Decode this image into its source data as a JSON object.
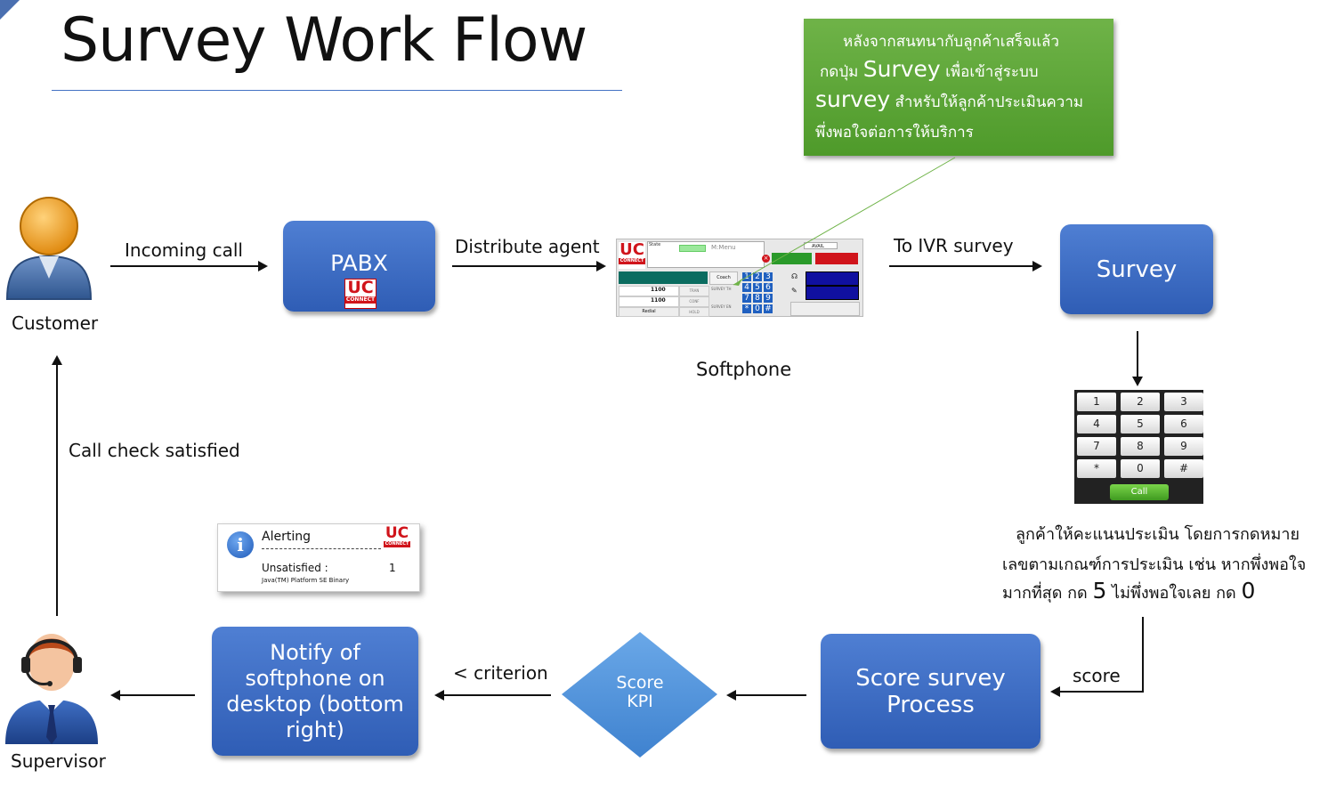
{
  "title": "Survey Work Flow",
  "customer_label": "Customer",
  "supervisor_label": "Supervisor",
  "incoming_call": "Incoming call",
  "pabx": "PABX",
  "uc_logo": {
    "top": "UC",
    "bottom": "CONNECT"
  },
  "distribute_agent": "Distribute agent",
  "softphone_label": "Softphone",
  "softphone": {
    "state": "State",
    "menu": "M:Menu",
    "avail": "AVAIL",
    "coach": "Coach",
    "ext1": "1100",
    "ext2": "1100",
    "tran": "TRAN",
    "conf": "CONF",
    "hold": "HOLD",
    "redial": "Redial",
    "survey1": "SURVEY TH",
    "survey2": "SURVEY EN",
    "keys": [
      "1",
      "2",
      "3",
      "4",
      "5",
      "6",
      "7",
      "8",
      "9",
      "*",
      "0",
      "#"
    ]
  },
  "to_ivr": "To IVR survey",
  "survey": "Survey",
  "green_note": {
    "line1": "หลังจากสนทนากับลูกค้าเสร็จแล้ว",
    "line2_a": "กดปุ่ม",
    "line2_b": "Survey",
    "line2_c": "เพื่อเข้าสู่ระบบ",
    "line3_a": "survey",
    "line3_b": "สำหรับให้ลูกค้าประเมินความ",
    "line4": "พึ่งพอใจต่อการให้บริการ"
  },
  "keypad": {
    "keys": [
      "1",
      "2",
      "3",
      "4",
      "5",
      "6",
      "7",
      "8",
      "9",
      "*",
      "0",
      "#"
    ],
    "call": "Call"
  },
  "customer_desc": {
    "line1": "ลูกค้าให้คะแนนประเมิน โดยการกดหมาย",
    "line2": "เลขตามเกณฑ์การประเมิน เช่น หากพึ่งพอใจ",
    "line3_a": "มากที่สุด กด",
    "line3_b": "5",
    "line3_c": "ไม่พึ่งพอใจเลย กด",
    "line3_d": "0"
  },
  "score_label": "score",
  "score_process": {
    "line1": "Score survey",
    "line2": "Process"
  },
  "kpi": {
    "line1": "Score",
    "line2": "KPI"
  },
  "criterion": "< criterion",
  "notify": {
    "line1": "Notify of",
    "line2": "softphone on",
    "line3": "desktop (bottom",
    "line4": "right)"
  },
  "alert": {
    "title": "Alerting",
    "unsatisfied": "Unsatisfied :",
    "count": "1",
    "footer": "Java(TM) Platform SE Binary"
  },
  "call_check": "Call check satisfied",
  "colors": {
    "box_blue": "#3a68c0",
    "green_note": "#5ea83a",
    "diamond": "#4a8fd8",
    "uc_red": "#d0141b"
  }
}
